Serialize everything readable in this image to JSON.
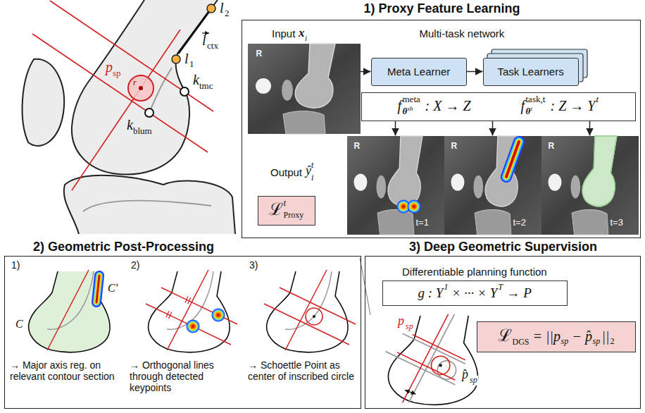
{
  "diagram": {
    "nodes": [
      {
        "text": [
          "1) Proxy Feature Learning"
        ]
      },
      {
        "text": [
          "R"
        ],
        "in": 0
      },
      {
        "text": [
          "Meta Learner"
        ],
        "in": 0
      },
      {
        "text": [
          "Task Learners"
        ],
        "in": 0
      },
      {
        "text": [
          "f",
          "meta",
          "θ",
          "sh",
          ": X → Z",
          "f",
          "task,t",
          "θ",
          "t",
          ": Z → Y",
          "t"
        ],
        "in": 0
      },
      {
        "text": [
          "R",
          "t=1"
        ],
        "in": 0
      },
      {
        "text": [
          "R",
          "t=2"
        ],
        "in": 0
      },
      {
        "text": [
          "R",
          "t=3"
        ],
        "in": 0
      },
      {
        "text": [
          "ℒ",
          "t",
          "Proxy"
        ],
        "in": 0
      },
      {
        "text": [
          "2) Geometric Post-Processing"
        ]
      },
      {
        "text": [
          "3) Deep Geometric Supervision"
        ]
      },
      {
        "text": [
          "g : Y",
          "1",
          "× ··· × Y",
          "T",
          "→ P"
        ],
        "in": 10
      },
      {
        "text": [
          "ℒ",
          "DGS",
          "= ||p",
          "sp",
          "− p̂",
          "sp",
          "||",
          "2"
        ],
        "in": 10
      }
    ],
    "edges": [
      {
        "from": 1,
        "to": 2,
        "arrow": "to"
      },
      {
        "from": 2,
        "to": 3,
        "arrow": "to"
      },
      {
        "from": 4,
        "to": 5,
        "arrow": "to"
      },
      {
        "from": 4,
        "to": 6,
        "arrow": "to"
      },
      {
        "from": 4,
        "to": 7,
        "arrow": "to"
      }
    ],
    "labels": [
      "l",
      "2",
      "l",
      "1",
      "l",
      "ctx",
      "p",
      "sp",
      "r",
      "k",
      "tmc",
      "k",
      "blum",
      "Input",
      "x",
      "i",
      "Multi-task network",
      "Output",
      "ŷ",
      "t",
      "i",
      "1)",
      "2)",
      "3)",
      "C′",
      "C",
      "→ Major axis reg. on relevant contour section",
      "→ Orthogonal lines through detected keypoints",
      "→ Schoettle Point as center of inscribed circle",
      "Differentiable planning function",
      "p",
      "sp",
      "p̂",
      "sp"
    ]
  }
}
